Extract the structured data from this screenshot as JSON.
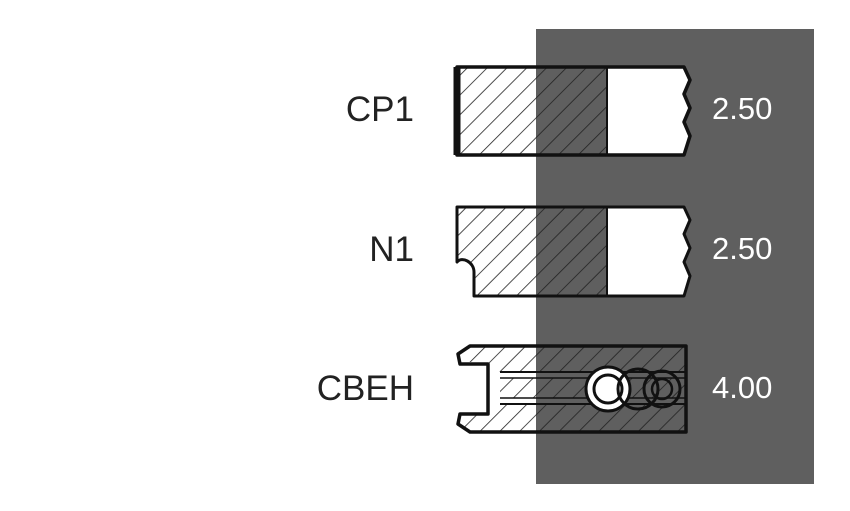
{
  "colors": {
    "panel": "#5f5f5f",
    "ink": "#111111",
    "label": "#222222",
    "value_text": "#ffffff"
  },
  "rings": [
    {
      "label": "CP1",
      "value": "2.50"
    },
    {
      "label": "N1",
      "value": "2.50"
    },
    {
      "label": "CBEH",
      "value": "4.00"
    }
  ]
}
